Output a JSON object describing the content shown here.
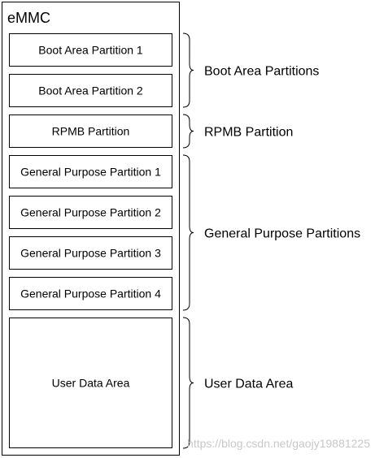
{
  "container": {
    "title": "eMMC"
  },
  "partitions": [
    {
      "label": "Boot Area Partition 1"
    },
    {
      "label": "Boot Area Partition 2"
    },
    {
      "label": "RPMB Partition"
    },
    {
      "label": "General Purpose Partition 1"
    },
    {
      "label": "General Purpose Partition 2"
    },
    {
      "label": "General Purpose Partition 3"
    },
    {
      "label": "General Purpose Partition 4"
    },
    {
      "label": "User Data Area"
    }
  ],
  "groups": [
    {
      "label": "Boot Area Partitions",
      "covers": [
        0,
        1
      ]
    },
    {
      "label": "RPMB Partition",
      "covers": [
        2
      ]
    },
    {
      "label": "General Purpose Partitions",
      "covers": [
        3,
        4,
        5,
        6
      ]
    },
    {
      "label": "User Data Area",
      "covers": [
        7
      ]
    }
  ],
  "watermark": "https://blog.csdn.net/gaojy19881225"
}
